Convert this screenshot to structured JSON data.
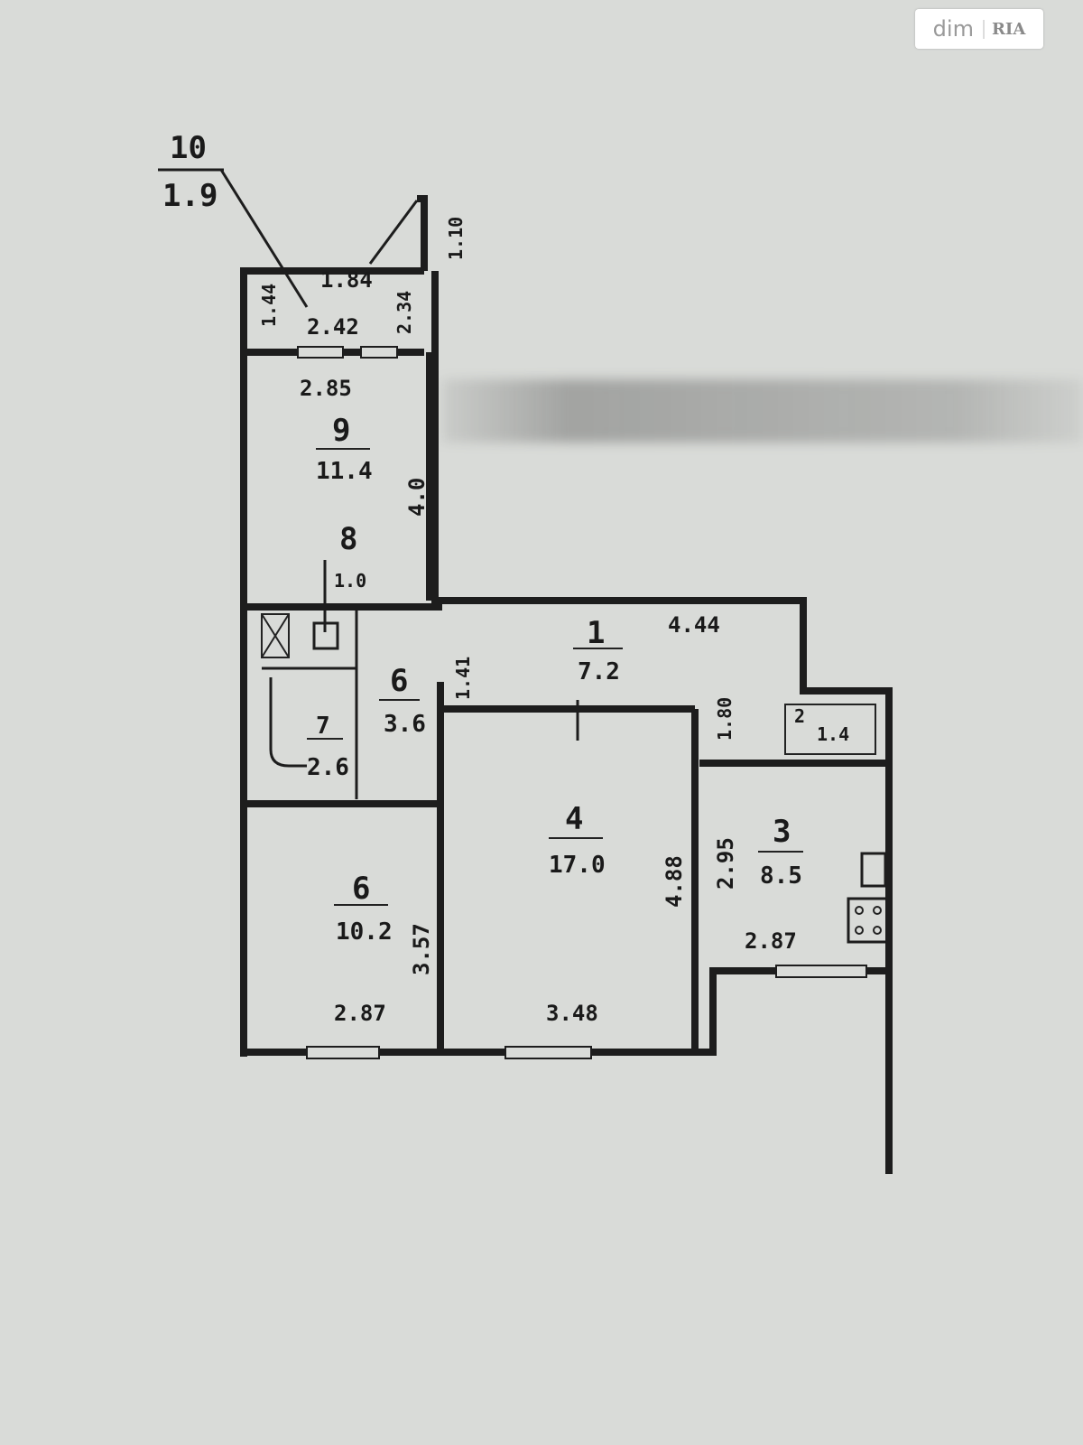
{
  "watermark": {
    "dim": "dim",
    "ria": "RIA"
  },
  "rooms": [
    {
      "number": "10",
      "area": "1.9"
    },
    {
      "number": "9",
      "area": "11.4"
    },
    {
      "number": "8",
      "area": "1.0"
    },
    {
      "number": "1",
      "area": "7.2"
    },
    {
      "number": "6",
      "area": "3.6"
    },
    {
      "number": "7",
      "area": "2.6"
    },
    {
      "number": "4",
      "area": "17.0"
    },
    {
      "number": "3",
      "area": "8.5"
    },
    {
      "number": "6",
      "area": "10.2"
    },
    {
      "number": "2",
      "area": "1.4"
    }
  ],
  "dimensions": {
    "balcony_top": "1.84",
    "balcony_left": "1.44",
    "balcony_bottom": "2.42",
    "balcony_right": "2.34",
    "balcony_outer": "1.10",
    "room9_width": "2.85",
    "room9_length": "4.0",
    "hall_length": "4.44",
    "hall_width": "1.41",
    "room4_width": "3.48",
    "room4_length": "4.88",
    "room6b_width": "2.87",
    "room6b_length": "3.57",
    "kitchen_width": "2.87",
    "kitchen_length": "2.95",
    "corridor_length": "1.80"
  }
}
